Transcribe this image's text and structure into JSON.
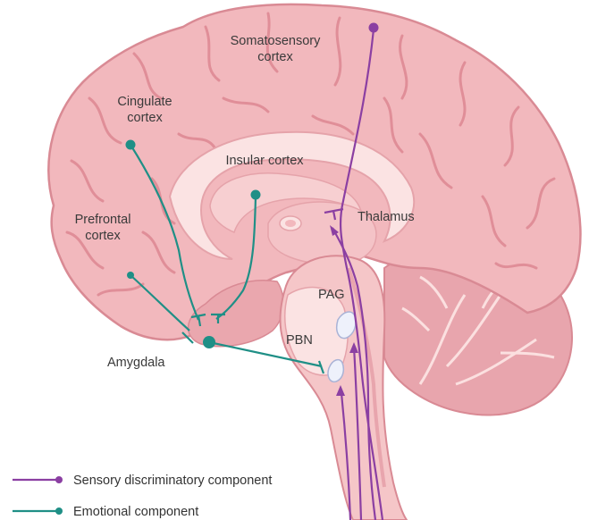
{
  "labels": {
    "somatosensory": [
      "Somatosensory",
      "cortex"
    ],
    "cingulate": [
      "Cingulate",
      "cortex"
    ],
    "insular": "Insular cortex",
    "thalamus": "Thalamus",
    "prefrontal": [
      "Prefrontal",
      "cortex"
    ],
    "pag": "PAG",
    "pbn": "PBN",
    "amygdala": "Amygdala"
  },
  "legend": {
    "sensory": "Sensory discriminatory component",
    "emotional": "Emotional component"
  },
  "colors": {
    "sensory": "#8b3fa2",
    "emotional": "#1f8f86",
    "brain_fill": "#f2b8bd",
    "brain_dark": "#e59aa2",
    "brain_outline": "#d98a94",
    "inner_light": "#fbe3e3",
    "stem": "#f5c6c8"
  },
  "icons": [
    "sensory-line-dot-icon",
    "emotional-line-dot-icon"
  ]
}
